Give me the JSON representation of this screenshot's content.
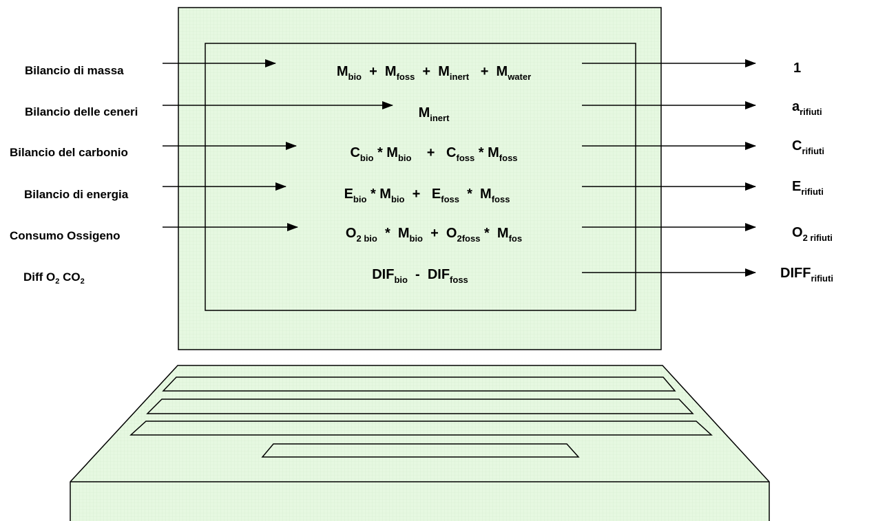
{
  "colors": {
    "screen_fill": "#e6f8e1",
    "grid_line": "#d4ecce",
    "stroke": "#000000",
    "background": "#ffffff"
  },
  "rows": [
    {
      "label": [
        {
          "t": "Bilancio di massa"
        }
      ],
      "equation": [
        {
          "t": "M"
        },
        {
          "s": "bio"
        },
        {
          "t": "  +  M"
        },
        {
          "s": "foss"
        },
        {
          "t": "  +  M"
        },
        {
          "s": "inert"
        },
        {
          "t": "   +  M"
        },
        {
          "s": "water"
        }
      ],
      "result": [
        {
          "t": "1"
        }
      ]
    },
    {
      "label": [
        {
          "t": "Bilancio delle ceneri"
        }
      ],
      "equation": [
        {
          "t": "M"
        },
        {
          "s": "inert"
        }
      ],
      "result": [
        {
          "t": "a"
        },
        {
          "s": "rifiuti"
        }
      ]
    },
    {
      "label": [
        {
          "t": "Bilancio del carbonio"
        }
      ],
      "equation": [
        {
          "t": "C"
        },
        {
          "s": "bio"
        },
        {
          "t": " * M"
        },
        {
          "s": "bio"
        },
        {
          "t": "    +   C"
        },
        {
          "s": "foss"
        },
        {
          "t": " * M"
        },
        {
          "s": "foss"
        }
      ],
      "result": [
        {
          "t": "C"
        },
        {
          "s": "rifiuti"
        }
      ]
    },
    {
      "label": [
        {
          "t": "Bilancio di energia"
        }
      ],
      "equation": [
        {
          "t": "E"
        },
        {
          "s": "bio"
        },
        {
          "t": " * M"
        },
        {
          "s": "bio"
        },
        {
          "t": "  +   E"
        },
        {
          "s": "foss"
        },
        {
          "t": "  *  M"
        },
        {
          "s": "foss"
        }
      ],
      "result": [
        {
          "t": "E"
        },
        {
          "s": "rifiuti"
        }
      ]
    },
    {
      "label": [
        {
          "t": "Consumo Ossigeno"
        }
      ],
      "equation": [
        {
          "t": "O"
        },
        {
          "s": "2 bio"
        },
        {
          "t": "  *  M"
        },
        {
          "s": "bio"
        },
        {
          "t": "  +  O"
        },
        {
          "s": "2foss"
        },
        {
          "t": " *  M"
        },
        {
          "s": "fos"
        }
      ],
      "result": [
        {
          "t": "O"
        },
        {
          "s": "2 rifiuti"
        }
      ]
    },
    {
      "label": [
        {
          "t": "Diff O"
        },
        {
          "s": "2"
        },
        {
          "t": " CO"
        },
        {
          "s": "2"
        }
      ],
      "equation": [
        {
          "t": "DIF"
        },
        {
          "s": "bio"
        },
        {
          "t": "  -  DIF"
        },
        {
          "s": "foss"
        }
      ],
      "result": [
        {
          "t": "DIFF"
        },
        {
          "s": "rifiuti"
        }
      ]
    }
  ]
}
